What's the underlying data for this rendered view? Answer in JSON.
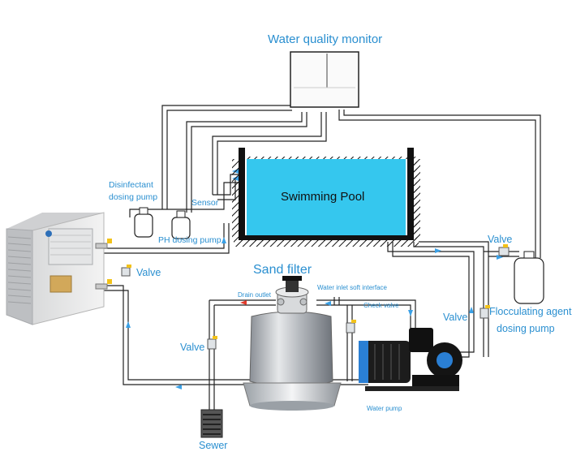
{
  "labels": {
    "water_quality_monitor": "Water quality monitor",
    "swimming_pool": "Swimming Pool",
    "disinfectant_line1": "Disinfectant",
    "disinfectant_line2": "dosing pump",
    "sensor": "Sensor",
    "ph_dosing_pump": "PH dosing pump",
    "sand_filter": "Sand filter",
    "drain_outlet": "Drain outlet",
    "water_inlet_soft_interface": "Water inlet soft interface",
    "check_valve": "Check valve",
    "valve_heat_pump": "Valve",
    "valve_filter": "Valve",
    "valve_return": "Valve",
    "valve_flocculant": "Valve",
    "flocculating_line1": "Flocculating agent",
    "flocculating_line2": "dosing pump",
    "water_pump": "Water pump",
    "sewer": "Sewer"
  },
  "colors": {
    "label_blue": "#2a8fd0",
    "pool_water": "#35c7ee",
    "pipe": "#222222",
    "flow_arrow": "#3aa0e6",
    "drain_arrow": "#e23b2b",
    "valve_handle": "#f2c21a"
  }
}
